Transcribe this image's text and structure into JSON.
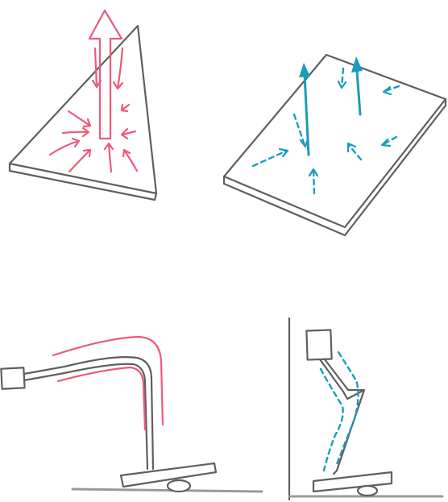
{
  "panels": [
    {
      "id": "triangle-plate",
      "arrow_color": "#ee5a7a"
    },
    {
      "id": "rectangle-plate",
      "arrow_color": "#1a9dbb"
    },
    {
      "id": "bent-arm-lamp",
      "arrow_color": "#ee5a7a"
    },
    {
      "id": "zigzag-arm-lamp",
      "arrow_color": "#1a9dbb"
    }
  ],
  "colors": {
    "outline": "#5f5f5f",
    "pink": "#ee5a7a",
    "teal": "#1a9dbb",
    "floor": "#9a9a9a"
  }
}
